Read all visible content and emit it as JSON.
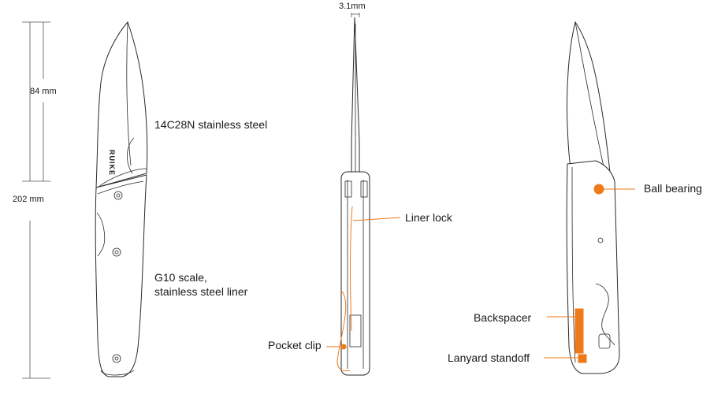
{
  "dimensions": {
    "blade_length": "84 mm",
    "overall_length": "202 mm",
    "blade_thickness": "3.1mm"
  },
  "brand_mark": "RUIKE",
  "callouts": {
    "blade_steel": "14C28N stainless steel",
    "scale_line1": "G10 scale,",
    "scale_line2": "stainless steel liner",
    "liner_lock": "Liner lock",
    "pocket_clip": "Pocket clip",
    "ball_bearing": "Ball bearing",
    "backspacer": "Backspacer",
    "lanyard_standoff": "Lanyard standoff"
  },
  "colors": {
    "outline": "#2a2a2a",
    "dimension_line": "#555555",
    "accent": "#ee7a1a"
  }
}
